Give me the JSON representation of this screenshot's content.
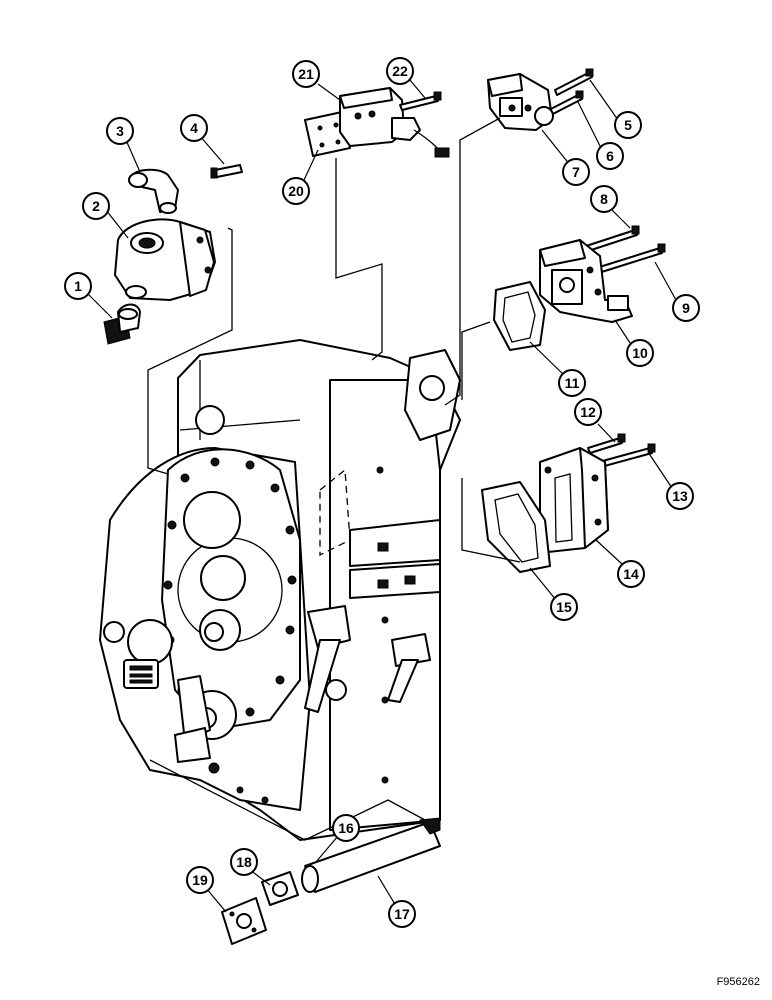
{
  "figure_id": "F956262",
  "callouts": [
    {
      "label": "1"
    },
    {
      "label": "2"
    },
    {
      "label": "3"
    },
    {
      "label": "4"
    },
    {
      "label": "5"
    },
    {
      "label": "6"
    },
    {
      "label": "7"
    },
    {
      "label": "8"
    },
    {
      "label": "9"
    },
    {
      "label": "10"
    },
    {
      "label": "11"
    },
    {
      "label": "12"
    },
    {
      "label": "13"
    },
    {
      "label": "14"
    },
    {
      "label": "15"
    },
    {
      "label": "16"
    },
    {
      "label": "17"
    },
    {
      "label": "18"
    },
    {
      "label": "19"
    },
    {
      "label": "20"
    },
    {
      "label": "21"
    },
    {
      "label": "22"
    }
  ]
}
